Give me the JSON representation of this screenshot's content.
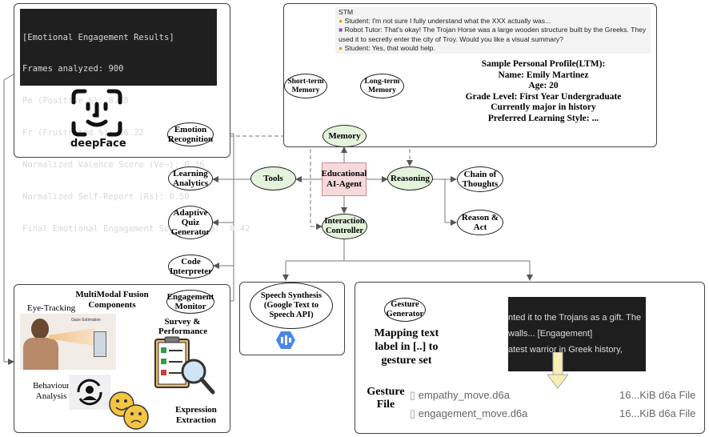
{
  "emotion_panel": {
    "terminal_lines": [
      "[Emotional Engagement Results]",
      "Frames analyzed: 900",
      "Pe (Positive %): 8.78",
      "Fr (Frustrated %): 36.22",
      "Normalized Valence Score (Ve~): 0.36",
      "Normalized Self-Report (Rs): 0.50",
      "Final Emotional Engagement Score (Eemo): 0.42"
    ],
    "logo_text": "deepFace",
    "logo_icon": "face-id-icon"
  },
  "memory_panel": {
    "stm_title": "STM",
    "stm_lines": [
      {
        "icon": "student-icon",
        "text": "Student: I'm not sure I fully understand what the XXX actually was..."
      },
      {
        "icon": "robot-icon",
        "text": "Robot Tutor: That's okay! The Trojan Horse was a large wooden structure built by the Greeks. They used it to secretly enter the city of Troy. Would you like a visual summary?"
      },
      {
        "icon": "student-icon",
        "text": "Student: Yes, that would help."
      }
    ],
    "profile_lines": [
      "Sample Personal Profile(LTM):",
      "Name: Emily Martinez",
      "Age: 20",
      "Grade Level: First Year Undergraduate",
      "Currently major in history",
      "Preferred Learning Style: ..."
    ],
    "short_term": "Short-term Memory",
    "long_term": "Long-term Memory"
  },
  "nodes": {
    "memory": "Memory",
    "agent": "Educational AI-Agent",
    "tools": "Tools",
    "reasoning": "Reasoning",
    "interaction": "Interaction Controller",
    "chain": "Chain of Thoughts",
    "reason_act": "Reason & Act",
    "emotion": "Emotion Recognition",
    "learning": "Learning Analytics",
    "quiz": "Adaptive Quiz Generator",
    "code": "Code Interpreter",
    "engagement": "Engagement Monitor"
  },
  "fusion_panel": {
    "title": "MultiModal Fusion Components",
    "eye_tracking": "Eye-Tracking",
    "gaze_estimation": "Gaze Estimation",
    "survey": "Survey & Performance",
    "behaviour": "Behaviour Analysis",
    "expression": "Expression Extraction"
  },
  "speech_panel": {
    "label": "Speech Synthesis (Google Text to Speech API)",
    "icon": "google-cloud-tts-icon"
  },
  "gesture_panel": {
    "generator": "Gesture Generator",
    "mapping": "Mapping text label in [..] to gesture set",
    "dark_lines": [
      "nted it to the Trojans as a gift. The",
      "walls... [Engagement]",
      "atest warrior in Greek history,"
    ],
    "file_label": "Gesture File",
    "files": [
      {
        "name": "empathy_move.d6a",
        "meta": "16...KiB d6a File"
      },
      {
        "name": "engagement_move.d6a",
        "meta": "16...KiB d6a File"
      }
    ]
  },
  "colors": {
    "green_node": "#e4f4dc",
    "pink_node": "#f7d9dc",
    "terminal_bg": "#1f1f1f"
  }
}
